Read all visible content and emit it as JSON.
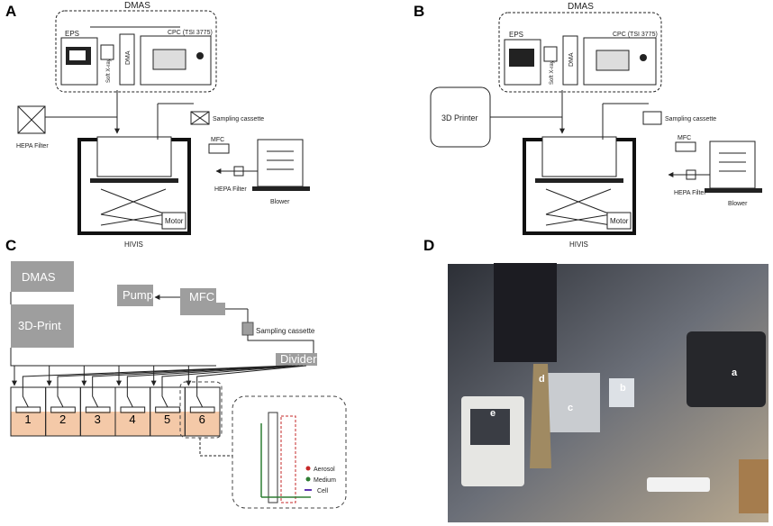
{
  "panels": {
    "a": "A",
    "b": "B",
    "c": "C",
    "d": "D"
  },
  "panel_a": {
    "dmas": "DMAS",
    "eps": "EPS",
    "cpc": "CPC (TSI 3775)",
    "soft_xray": "Soft X-ray",
    "dma": "DMA",
    "hepa_left": "HEPA Filter",
    "sampling_cassette": "Sampling cassette",
    "mfc": "MFC",
    "hepa_right": "HEPA Filter",
    "blower": "Blower",
    "motor": "Motor",
    "hivis": "HIVIS"
  },
  "panel_b": {
    "dmas": "DMAS",
    "eps": "EPS",
    "cpc": "CPC (TSI 3775)",
    "soft_xray": "Soft X-ray",
    "dma": "DMA",
    "printer": "3D Printer",
    "sampling_cassette": "Sampling cassette",
    "mfc": "MFC",
    "hepa_right": "HEPA Filter",
    "blower": "Blower",
    "motor": "Motor",
    "hivis": "HIVIS"
  },
  "panel_c": {
    "dmas": "DMAS",
    "print3d": "3D-Print",
    "pump": "Pump",
    "mfc": "MFC",
    "sampling_cassette": "Sampling cassette",
    "divider": "Divider",
    "wells": [
      "1",
      "2",
      "3",
      "4",
      "5",
      "6"
    ],
    "legend": {
      "aerosol": "Aerosol",
      "medium": "Medium",
      "cell": "Cell"
    }
  },
  "panel_d": {
    "labels": [
      "a",
      "b",
      "c",
      "d",
      "e"
    ]
  }
}
